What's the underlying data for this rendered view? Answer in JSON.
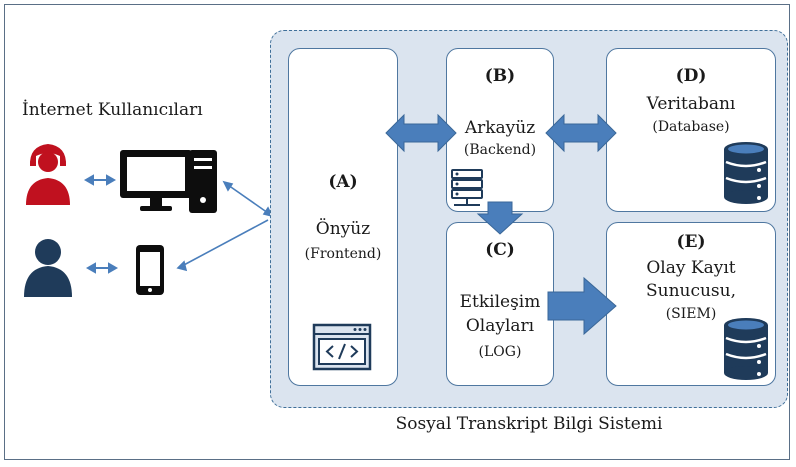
{
  "labels": {
    "users": "İnternet Kullanıcıları",
    "system": "Sosyal Transkript Bilgi Sistemi"
  },
  "boxes": {
    "a": {
      "code": "(A)",
      "title": "Önyüz",
      "sub": "(Frontend)"
    },
    "b": {
      "code": "(B)",
      "title": "Arkayüz",
      "sub": "(Backend)"
    },
    "c": {
      "code": "(C)",
      "title_1": "Etkileşim",
      "title_2": "Olayları",
      "sub": "(LOG)"
    },
    "d": {
      "code": "(D)",
      "title": "Veritabanı",
      "sub": "(Database)"
    },
    "e": {
      "code": "(E)",
      "title_1": "Olay Kayıt",
      "title_2": "Sunucusu,",
      "sub": "(SIEM)"
    }
  },
  "colors": {
    "accent": "#4a7ebb",
    "user_red": "#c0111f",
    "user_navy": "#1f3b5a",
    "panel": "#dbe4ef"
  }
}
